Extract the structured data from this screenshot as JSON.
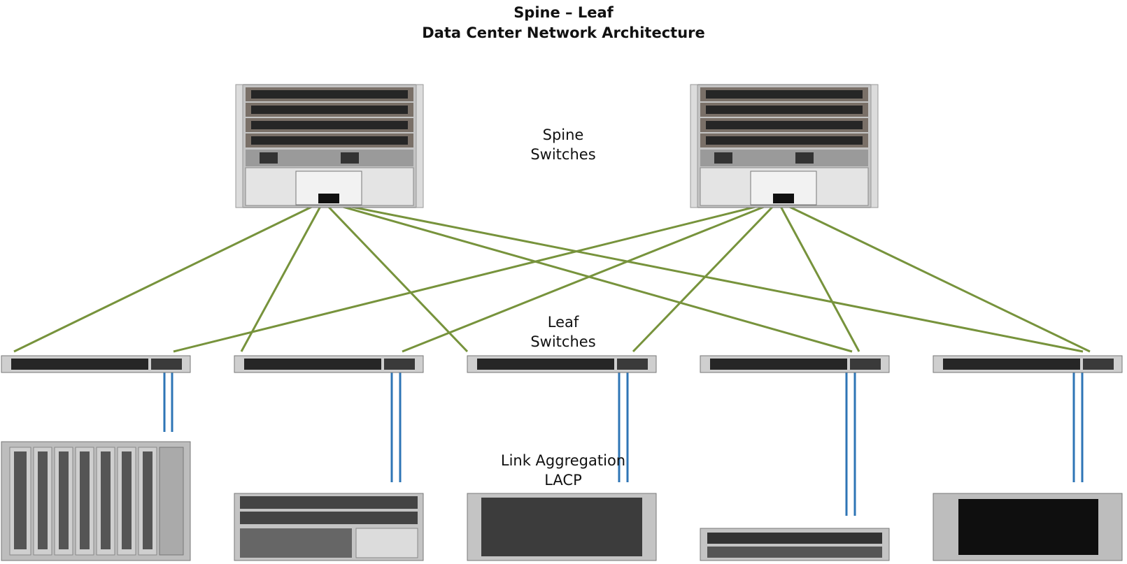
{
  "title": {
    "line1": "Spine – Leaf",
    "line2": "Data Center Network Architecture"
  },
  "labels": {
    "spine_line1": "Spine",
    "spine_line2": "Switches",
    "leaf_line1": "Leaf",
    "leaf_line2": "Switches",
    "lacp_line1": "Link Aggregation",
    "lacp_line2": "LACP"
  },
  "colors": {
    "spine_leaf_link": "#77933c",
    "lacp_link": "#2e75b6",
    "chassis_frame": "#c4c4c4",
    "port_dark": "#262626"
  },
  "icons": {
    "spine": "spine-switch-chassis",
    "leaf": "leaf-switch-1u",
    "servers": [
      "blade-chassis",
      "rack-server-4u",
      "storage-array-4u",
      "rack-server-2u",
      "storage-array-3u"
    ]
  }
}
